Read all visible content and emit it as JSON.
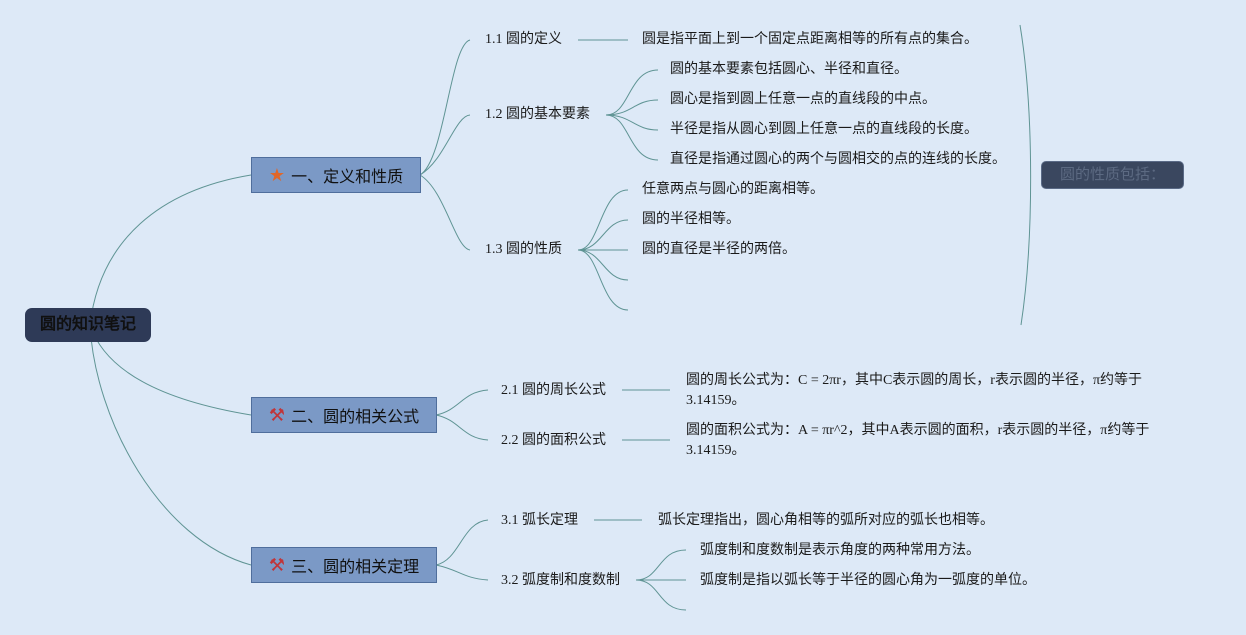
{
  "root": "圆的知识笔记",
  "summary": "圆的性质包括：",
  "colors": {
    "background": "#dde9f7",
    "root_fill": "#2e3a57",
    "branch_fill": "#7b99c6",
    "line": "#5f9494",
    "star_icon": "#e0672a",
    "tool_icon": "#c0353a"
  },
  "branches": [
    {
      "label": "一、定义和性质",
      "icon": "star-icon",
      "icon_glyph": "★",
      "topics": [
        {
          "label": "1.1 圆的定义",
          "details": [
            "圆是指平面上到一个固定点距离相等的所有点的集合。"
          ]
        },
        {
          "label": "1.2 圆的基本要素",
          "details": [
            "圆的基本要素包括圆心、半径和直径。",
            "圆心是指到圆上任意一点的直线段的中点。",
            "半径是指从圆心到圆上任意一点的直线段的长度。",
            "直径是指通过圆心的两个与圆相交的点的连线的长度。"
          ]
        },
        {
          "label": "1.3 圆的性质",
          "details": [
            "任意两点与圆心的距离相等。",
            "圆的半径相等。",
            "圆的直径是半径的两倍。"
          ]
        }
      ]
    },
    {
      "label": "二、圆的相关公式",
      "icon": "tools-icon",
      "icon_glyph": "⚒",
      "topics": [
        {
          "label": "2.1 圆的周长公式",
          "details": [
            "圆的周长公式为：C = 2πr，其中C表示圆的周长，r表示圆的半径，π约等于3.14159。"
          ]
        },
        {
          "label": "2.2 圆的面积公式",
          "details": [
            "圆的面积公式为：A = πr^2，其中A表示圆的面积，r表示圆的半径，π约等于3.14159。"
          ]
        }
      ]
    },
    {
      "label": "三、圆的相关定理",
      "icon": "tools-icon",
      "icon_glyph": "⚒",
      "topics": [
        {
          "label": "3.1 弧长定理",
          "details": [
            "弧长定理指出，圆心角相等的弧所对应的弧长也相等。"
          ]
        },
        {
          "label": "3.2 弧度制和度数制",
          "details": [
            "弧度制和度数制是表示角度的两种常用方法。",
            "弧度制是指以弧长等于半径的圆心角为一弧度的单位。"
          ]
        }
      ]
    }
  ]
}
